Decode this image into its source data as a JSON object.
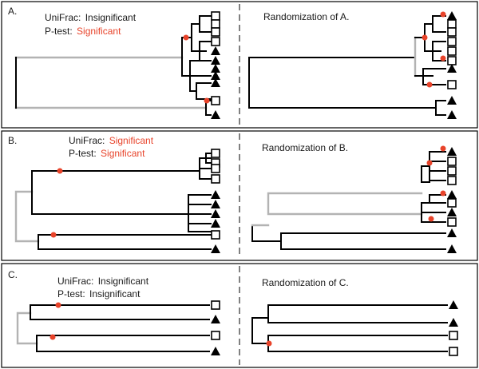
{
  "colors": {
    "significant": "#e8432a",
    "lineage_black": "#000000",
    "lineage_gray": "#b3b3b3",
    "node_marker": "#e8432a"
  },
  "legend": {
    "square_icon": "open-square",
    "triangle_icon": "filled-triangle"
  },
  "panels": [
    {
      "letter": "A.",
      "unifrac": {
        "label": "UniFrac:",
        "result": "Insignificant",
        "significant": false
      },
      "ptest": {
        "label": "P-test:",
        "result": "Significant",
        "significant": true
      },
      "randomization_title": "Randomization of A."
    },
    {
      "letter": "B.",
      "unifrac": {
        "label": "UniFrac:",
        "result": "Significant",
        "significant": true
      },
      "ptest": {
        "label": "P-test:",
        "result": "Significant",
        "significant": true
      },
      "randomization_title": "Randomization of B."
    },
    {
      "letter": "C.",
      "unifrac": {
        "label": "UniFrac:",
        "result": "Insignificant",
        "significant": false
      },
      "ptest": {
        "label": "P-test:",
        "result": "Insignificant",
        "significant": false
      },
      "randomization_title": "Randomization of C."
    }
  ]
}
